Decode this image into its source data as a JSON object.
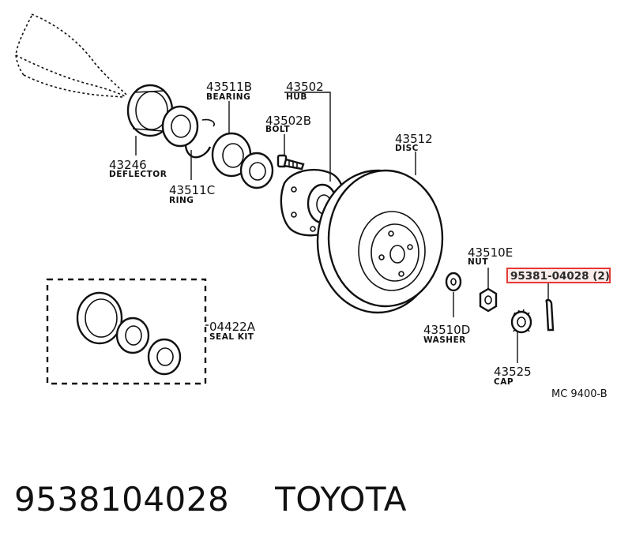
{
  "diagram": {
    "parts": [
      {
        "number": "43246",
        "name": "DEFLECTOR"
      },
      {
        "number": "43511B",
        "name": "BEARING"
      },
      {
        "number": "43511C",
        "name": "RING"
      },
      {
        "number": "43502",
        "name": "HUB"
      },
      {
        "number": "43502B",
        "name": "BOLT"
      },
      {
        "number": "43512",
        "name": "DISC"
      },
      {
        "number": "43510E",
        "name": "NUT"
      },
      {
        "number": "43510D",
        "name": "WASHER"
      },
      {
        "number": "43525",
        "name": "CAP"
      },
      {
        "number": "04422A",
        "name": "SEAL KIT"
      }
    ],
    "highlighted_part": "95381-04028 (2)",
    "highlight_color": "#e53935",
    "drawing_code": "MC 9400-B"
  },
  "caption": {
    "part_number": "9538104028",
    "brand": "TOYOTA"
  }
}
